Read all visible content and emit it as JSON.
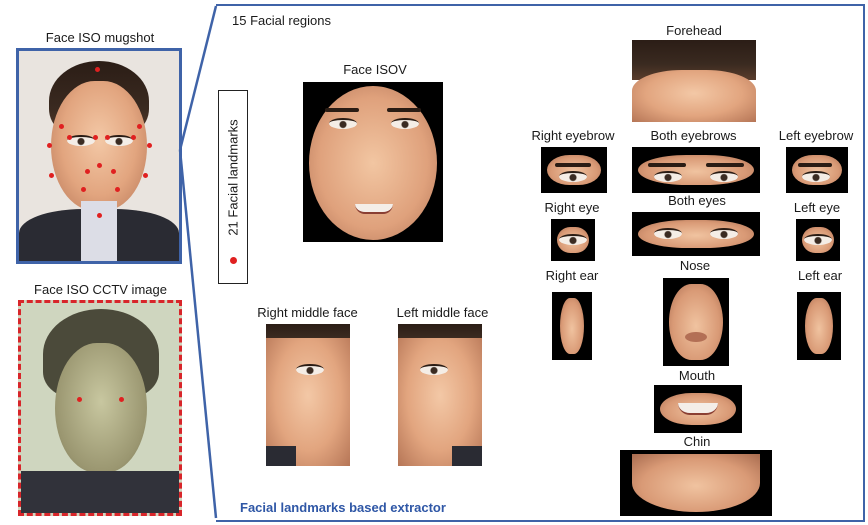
{
  "mugshot": {
    "title": "Face ISO mugshot"
  },
  "cctv": {
    "title": "Face ISO CCTV image"
  },
  "panel": {
    "regions_title": "15 Facial regions",
    "landmarks_label": "21 Facial landmarks",
    "extractor_caption": "Facial landmarks based extractor"
  },
  "regions": {
    "face_isov": "Face ISOV",
    "forehead": "Forehead",
    "right_eyebrow": "Right eyebrow",
    "both_eyebrows": "Both eyebrows",
    "left_eyebrow": "Left eyebrow",
    "right_eye": "Right eye",
    "both_eyes": "Both eyes",
    "left_eye": "Left eye",
    "right_ear": "Right ear",
    "nose": "Nose",
    "left_ear": "Left ear",
    "mouth": "Mouth",
    "chin": "Chin",
    "right_middle_face": "Right middle face",
    "left_middle_face": "Left middle face"
  },
  "colors": {
    "panel_border": "#3f63a8",
    "caption": "#2f57a6",
    "landmark": "#e02020",
    "cctv_border": "#d8252a"
  }
}
